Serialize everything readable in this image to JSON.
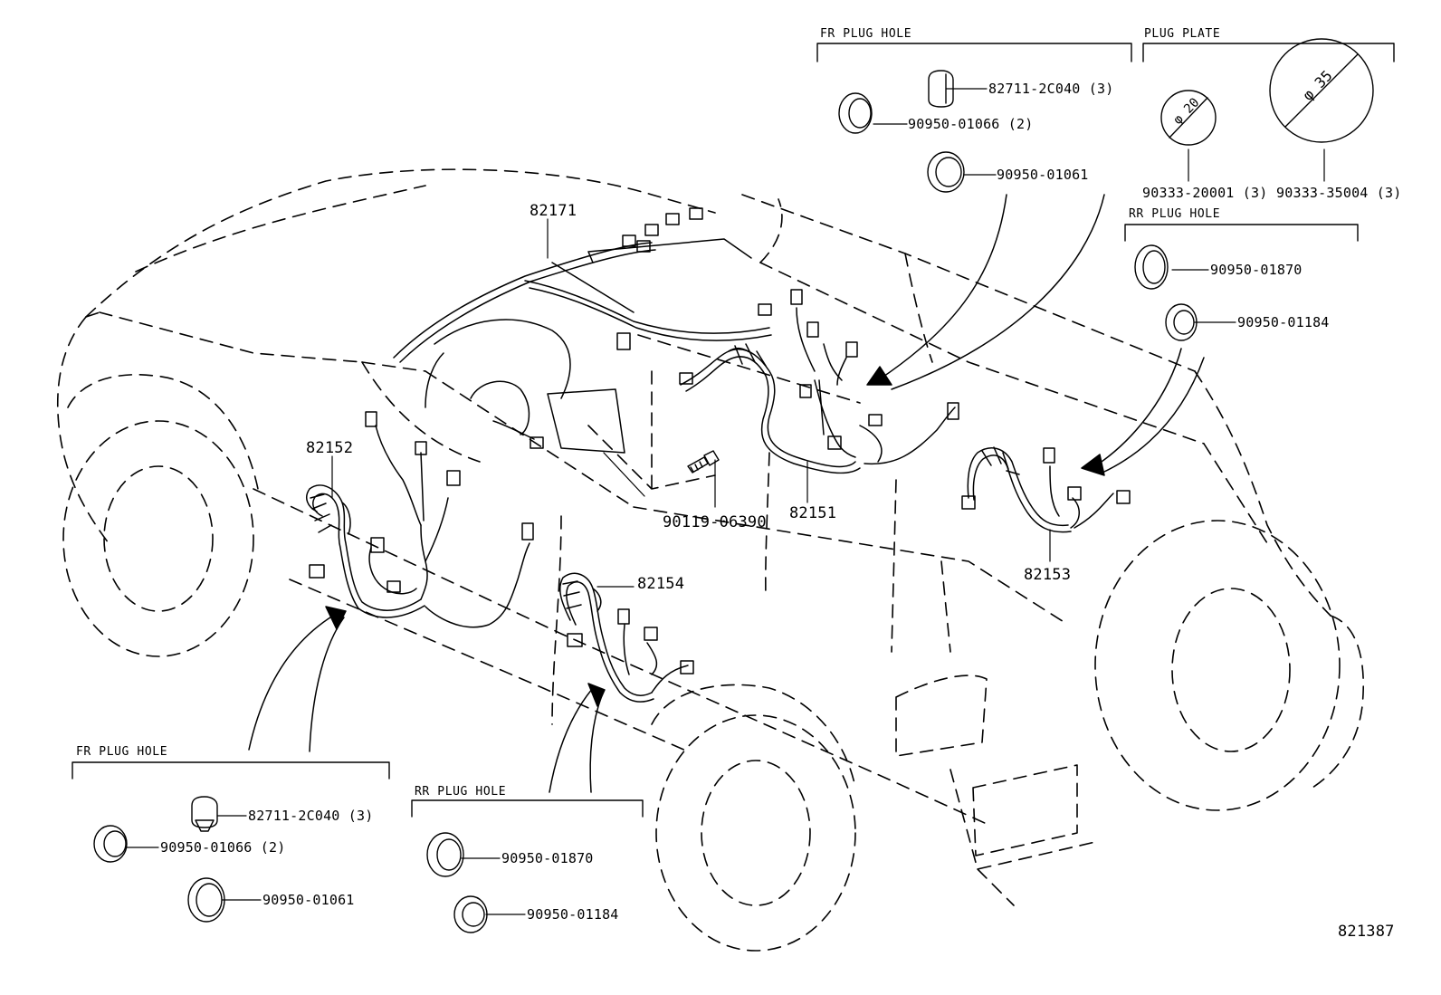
{
  "diagram": {
    "drawing_id": "821387",
    "groups": {
      "fr_plug_hole_top": "FR PLUG HOLE",
      "plug_plate": "PLUG PLATE",
      "rr_plug_hole_right": "RR PLUG HOLE",
      "fr_plug_hole_bottom": "FR PLUG HOLE",
      "rr_plug_hole_bottom": "RR PLUG HOLE"
    },
    "parts": {
      "top_82711": "82711-2C040 (3)",
      "top_90950_01066": "90950-01066 (2)",
      "top_90950_01061": "90950-01061",
      "plate_20": "90333-20001 (3)",
      "plate_35": "90333-35004 (3)",
      "right_90950_01870": "90950-01870",
      "right_90950_01184": "90950-01184",
      "bottom_82711": "82711-2C040 (3)",
      "bottom_90950_01066": "90950-01066 (2)",
      "bottom_90950_01061": "90950-01061",
      "bottom_90950_01870": "90950-01870",
      "bottom_90950_01184": "90950-01184"
    },
    "plate_dims": {
      "d20": "φ 20",
      "d35": "φ 35"
    },
    "harness": {
      "h82171": "82171",
      "h82152": "82152",
      "h82151": "82151",
      "h82153": "82153",
      "h82154": "82154",
      "bolt": "90119-06390"
    }
  }
}
